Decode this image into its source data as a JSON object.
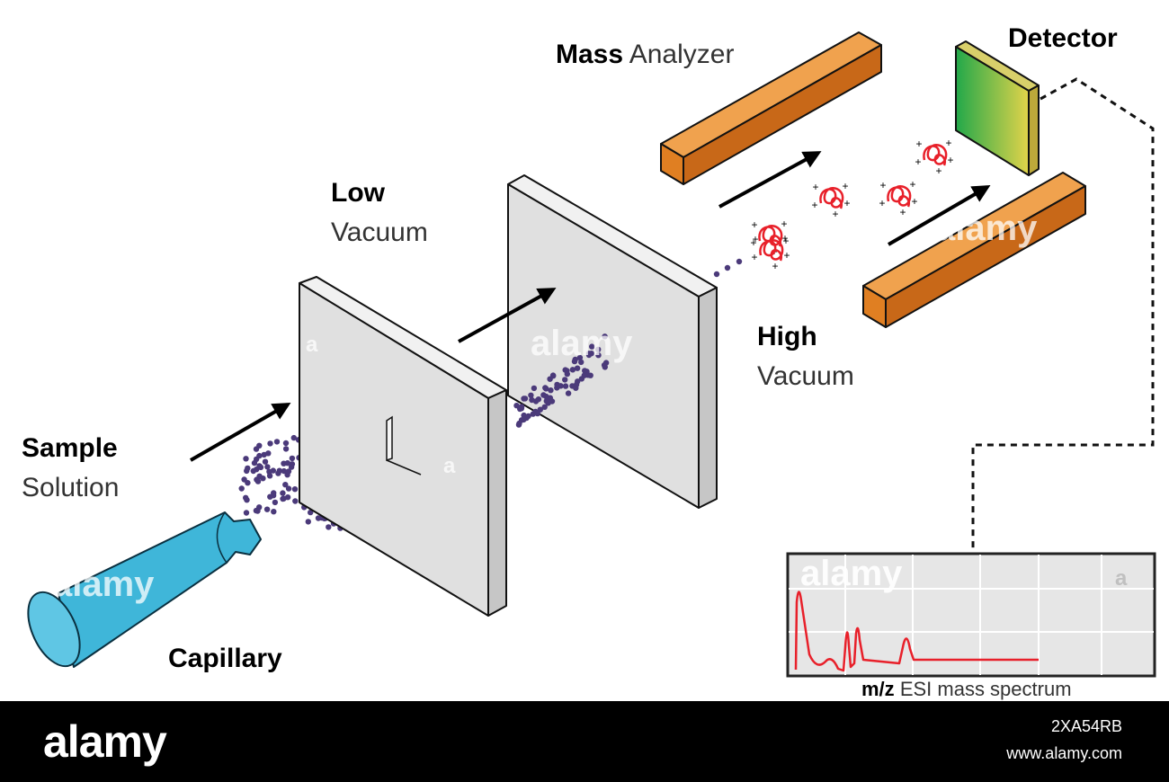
{
  "labels": {
    "sample_bold": "Sample",
    "sample_light": "Solution",
    "capillary": "Capillary",
    "low_bold": "Low",
    "low_light": "Vacuum",
    "high_bold": "High",
    "high_light": "Vacuum",
    "mass_bold": "Mass",
    "mass_light": "Analyzer",
    "detector": "Detector",
    "plot_caption_bold": "m/z",
    "plot_caption_light": "ESI mass spectrum"
  },
  "watermarks": {
    "text": "alamy",
    "short": "a"
  },
  "footer": {
    "brand": "alamy",
    "image_code": "2XA54RB",
    "url": "www.alamy.com"
  },
  "colors": {
    "capillary": "#3fb6d9",
    "droplets": "#4b3a7a",
    "plate": "#e0e0e0",
    "analyzer": "#e07f22",
    "ion": "#e8202a",
    "spectrum": "#e8202a",
    "detector_start": "#22a84a",
    "detector_end": "#e2d34a"
  }
}
